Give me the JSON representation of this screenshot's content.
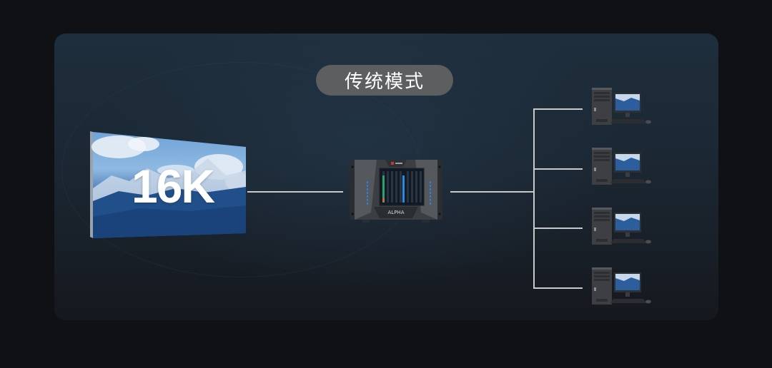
{
  "diagram": {
    "title": "传统模式",
    "source": {
      "type": "LED video wall",
      "label": "16K"
    },
    "processor": {
      "type": "video processor / switcher",
      "brand_label": "ALPHA"
    },
    "outputs": [
      {
        "type": "computer workstation",
        "index": 1
      },
      {
        "type": "computer workstation",
        "index": 2
      },
      {
        "type": "computer workstation",
        "index": 3
      },
      {
        "type": "computer workstation",
        "index": 4
      }
    ],
    "colors": {
      "page_background": "#101114",
      "panel_top": "#1f2e3c",
      "panel_bottom": "#15181d",
      "title_pill": "#5d5e60",
      "connector_line": "#c8c9cb",
      "label_text": "#ffffff"
    }
  }
}
